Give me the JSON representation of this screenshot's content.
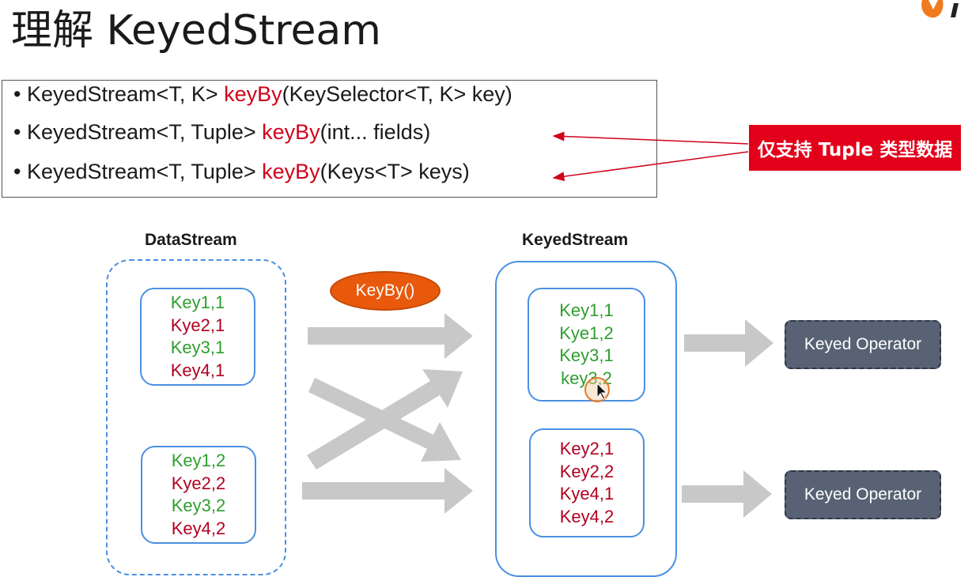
{
  "title": "理解 KeyedStream",
  "signatures": [
    {
      "before": "KeyedStream<T, K> ",
      "keyword": "keyBy",
      "after": "(KeySelector<T, K> key)"
    },
    {
      "before": "KeyedStream<T, Tuple> ",
      "keyword": "keyBy",
      "after": "(int... fields)"
    },
    {
      "before": "KeyedStream<T, Tuple> ",
      "keyword": "keyBy",
      "after": "(Keys<T> keys)"
    }
  ],
  "callout": "仅支持 Tuple 类型数据",
  "datastream": {
    "label": "DataStream",
    "groups": [
      {
        "items": [
          {
            "text": "Key1,1",
            "color": "green"
          },
          {
            "text": "Kye2,1",
            "color": "red"
          },
          {
            "text": "Key3,1",
            "color": "green"
          },
          {
            "text": "Key4,1",
            "color": "red"
          }
        ]
      },
      {
        "items": [
          {
            "text": "Key1,2",
            "color": "green"
          },
          {
            "text": "Kye2,2",
            "color": "red"
          },
          {
            "text": "Key3,2",
            "color": "green"
          },
          {
            "text": "Key4,2",
            "color": "red"
          }
        ]
      }
    ]
  },
  "keyby_label": "KeyBy()",
  "keyedstream": {
    "label": "KeyedStream",
    "groups": [
      {
        "items": [
          {
            "text": "Key1,1",
            "color": "green"
          },
          {
            "text": "Kye1,2",
            "color": "green"
          },
          {
            "text": "Key3,1",
            "color": "green"
          },
          {
            "text": "key3,2",
            "color": "green"
          }
        ]
      },
      {
        "items": [
          {
            "text": "Key2,1",
            "color": "red"
          },
          {
            "text": "Key2,2",
            "color": "red"
          },
          {
            "text": "Kye4,1",
            "color": "red"
          },
          {
            "text": "Key4,2",
            "color": "red"
          }
        ]
      }
    ]
  },
  "operators": [
    "Keyed Operator",
    "Keyed Operator"
  ],
  "colors": {
    "keyword": "#d0021b",
    "callout_bg": "#e2001a",
    "green": "#2e9e2e",
    "red": "#b0001f",
    "container_border": "#4a90e2",
    "keyby_fill": "#e8590c",
    "operator_fill": "#586274"
  }
}
